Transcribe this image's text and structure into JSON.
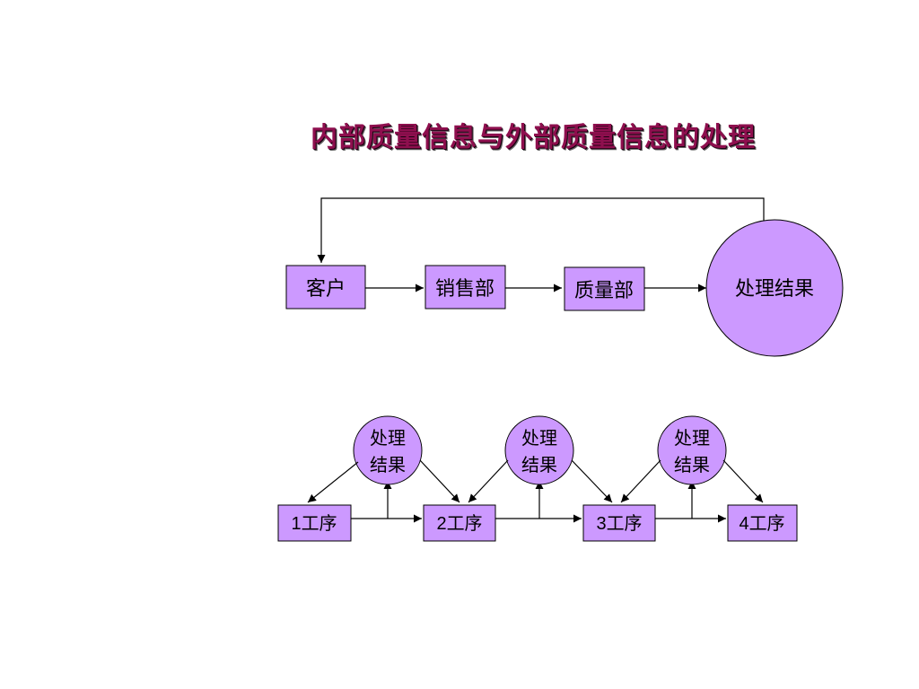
{
  "title": "内部质量信息与外部质量信息的处理",
  "colors": {
    "node_fill": "#cc99ff",
    "node_stroke": "#000000",
    "title_color": "#8e0f4e"
  },
  "top_flow": {
    "customer": "客户",
    "sales": "销售部",
    "quality": "质量部",
    "result": "处理结果"
  },
  "bottom_flow": {
    "steps": [
      {
        "num": "1",
        "label": "工序"
      },
      {
        "num": "2",
        "label": "工序"
      },
      {
        "num": "3",
        "label": "工序"
      },
      {
        "num": "4",
        "label": "工序"
      }
    ],
    "results": [
      {
        "line1": "处理",
        "line2": "结果"
      },
      {
        "line1": "处理",
        "line2": "结果"
      },
      {
        "line1": "处理",
        "line2": "结果"
      }
    ]
  }
}
